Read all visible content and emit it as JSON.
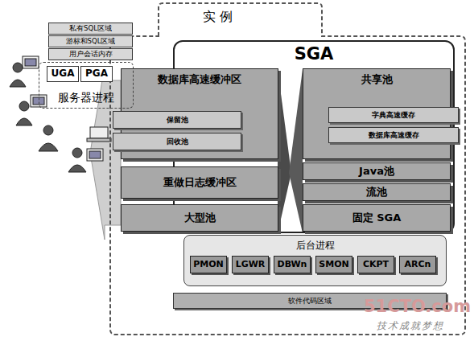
{
  "diagram": {
    "nodes": [
      {
        "text": [
          "实 例"
        ]
      },
      {
        "text": [
          "SGA"
        ],
        "in": 0
      },
      {
        "text": [
          "数据库高速缓冲区"
        ],
        "in": 1
      },
      {
        "text": [
          "保留池"
        ],
        "in": 2
      },
      {
        "text": [
          "回收池"
        ],
        "in": 2
      },
      {
        "text": [
          "重做日志缓冲区"
        ],
        "in": 1
      },
      {
        "text": [
          "大型池"
        ],
        "in": 1
      },
      {
        "text": [
          "共享池"
        ],
        "in": 1
      },
      {
        "text": [
          "字典高速缓存"
        ],
        "in": 7
      },
      {
        "text": [
          "数据库高速缓存"
        ],
        "in": 7
      },
      {
        "text": [
          "Java池"
        ],
        "in": 1
      },
      {
        "text": [
          "流池"
        ],
        "in": 1
      },
      {
        "text": [
          "固定 SGA"
        ],
        "in": 1
      },
      {
        "text": [
          "后台进程"
        ],
        "in": 0
      },
      {
        "text": [
          "PMON"
        ],
        "in": 13
      },
      {
        "text": [
          "LGWR"
        ],
        "in": 13
      },
      {
        "text": [
          "DBWn"
        ],
        "in": 13
      },
      {
        "text": [
          "SMON"
        ],
        "in": 13
      },
      {
        "text": [
          "CKPT"
        ],
        "in": 13
      },
      {
        "text": [
          "ARCn"
        ],
        "in": 13
      },
      {
        "text": [
          "软件代码区域"
        ],
        "in": 0
      },
      {
        "text": [
          "私有SQL区域"
        ]
      },
      {
        "text": [
          "游标和SQL区域"
        ]
      },
      {
        "text": [
          "用户会话内存"
        ]
      },
      {
        "text": [
          "服务器进程"
        ]
      },
      {
        "text": [
          "UGA"
        ],
        "in": 24
      },
      {
        "text": [
          "PGA"
        ],
        "in": 24
      }
    ],
    "edges": [],
    "labels": [
      "51CTO.com",
      "技术成就梦想"
    ]
  }
}
